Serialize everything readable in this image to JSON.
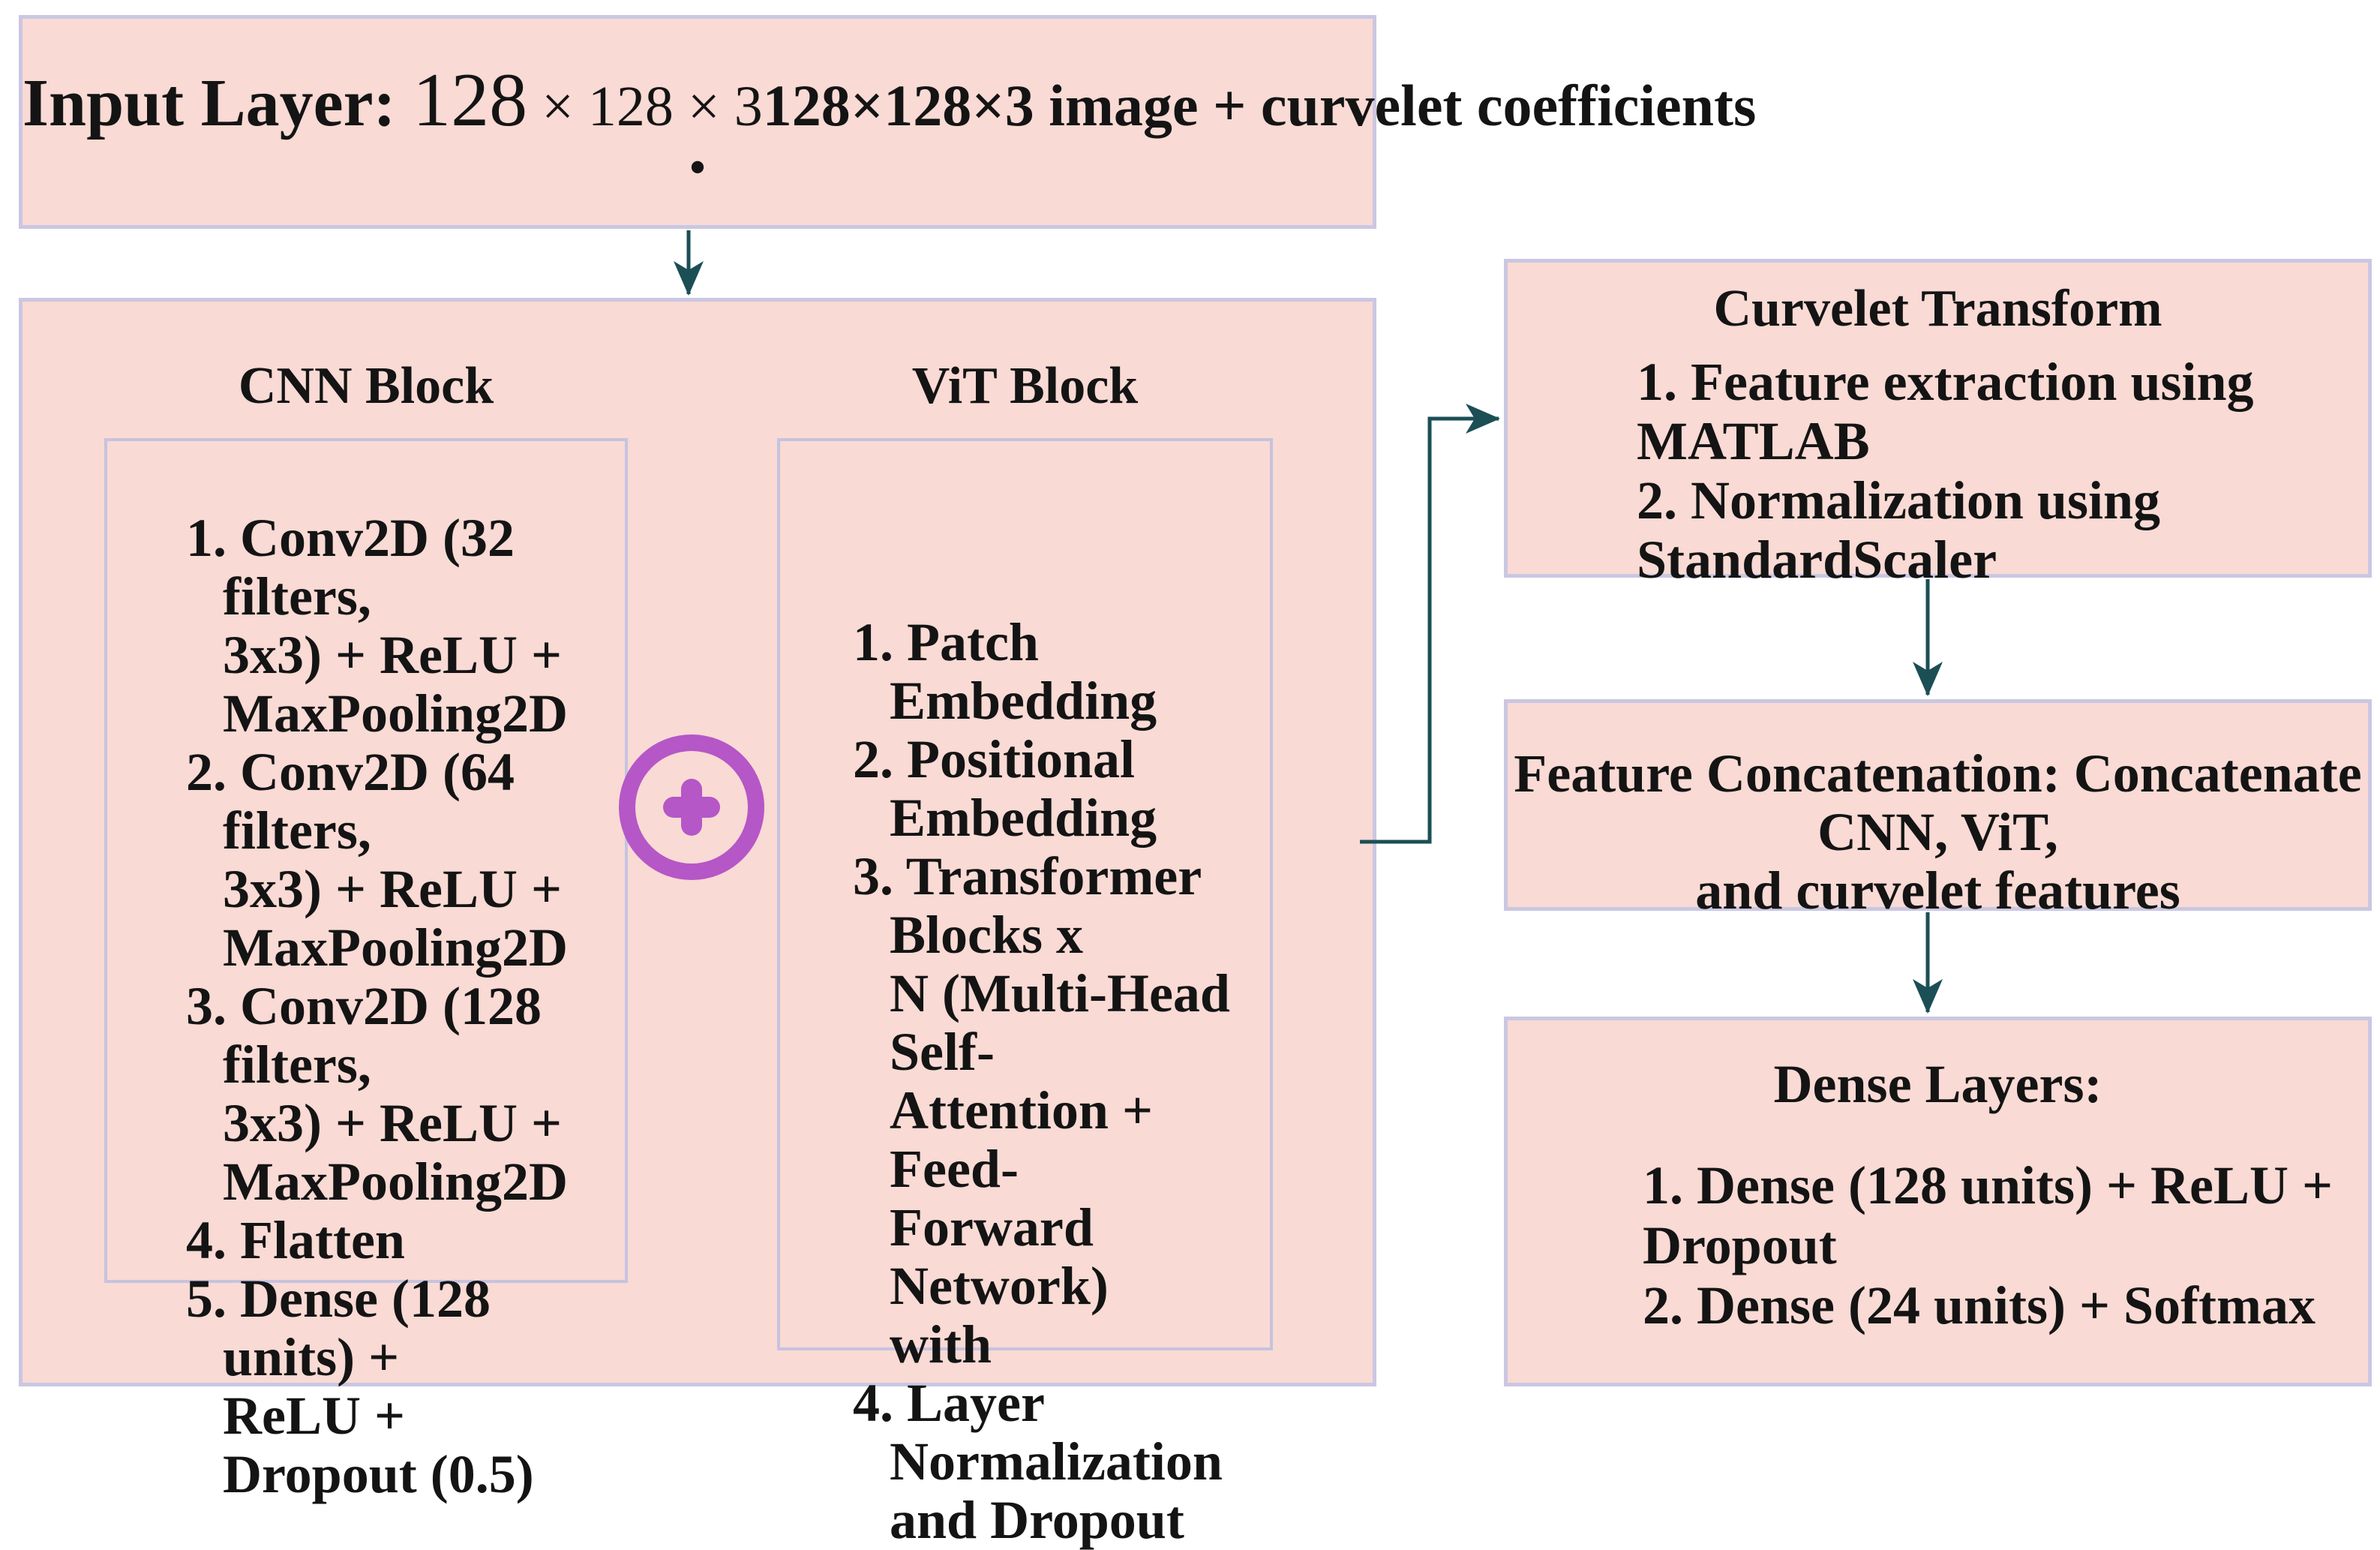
{
  "colors": {
    "box_fill": "#f9dad4",
    "box_border": "#cac7e3",
    "arrow_teal": "#1b4f55",
    "merge_purple": "#b557c7",
    "text": "#141414"
  },
  "input_box": {
    "prefix": "Input Layer: ",
    "dim_large": "128",
    "dim_rest": " × 128 × 3",
    "tail": "128×128×3 image + curvelet coefficients",
    "bullet": "•"
  },
  "cnn": {
    "title": "CNN Block",
    "items": [
      "1. Conv2D (32 filters,\n3x3) + ReLU +\nMaxPooling2D",
      "2. Conv2D (64 filters,\n3x3) + ReLU +\nMaxPooling2D",
      "3. Conv2D (128 filters,\n3x3) + ReLU +\nMaxPooling2D",
      "4. Flatten",
      "5. Dense (128 units) +\nReLU + Dropout (0.5)"
    ]
  },
  "vit": {
    "title": "ViT Block",
    "items": [
      "1. Patch Embedding",
      "2. Positional Embedding",
      "3. Transformer Blocks x\nN (Multi-Head Self-\nAttention + Feed-\nForward Network)\nwith",
      "4. Layer Normalization\nand Dropout"
    ]
  },
  "merge_icon": "plus-in-circle",
  "curvelet": {
    "title": "Curvelet Transform",
    "items": [
      "1.  Feature extraction using MATLAB",
      "2. Normalization using StandardScaler"
    ]
  },
  "concat": {
    "text": "Feature Concatenation: Concatenate CNN, ViT,\nand curvelet features"
  },
  "dense": {
    "title": "Dense Layers:",
    "items": [
      "1. Dense (128 units) + ReLU + Dropout",
      "2. Dense (24 units) + Softmax"
    ]
  }
}
